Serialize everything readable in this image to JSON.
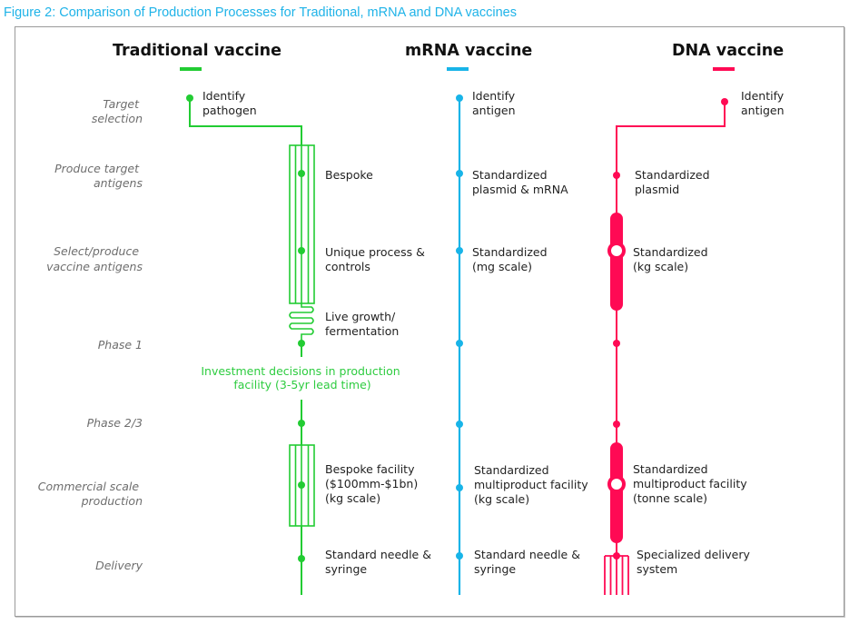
{
  "figure_title": "Figure 2: Comparison of Production Processes for Traditional, mRNA and DNA vaccines",
  "colors": {
    "title": "#1fb3e8",
    "traditional": "#22cc33",
    "mrna": "#18b4e8",
    "dna": "#ff0a54",
    "stage_text": "#6e6e6e",
    "step_text": "#222222",
    "frame_border": "#9a9a9a"
  },
  "columns": [
    {
      "id": "traditional",
      "title": "Traditional vaccine"
    },
    {
      "id": "mrna",
      "title": "mRNA vaccine"
    },
    {
      "id": "dna",
      "title": "DNA vaccine"
    }
  ],
  "stages": [
    {
      "id": "target",
      "lines": [
        "Target",
        "selection"
      ]
    },
    {
      "id": "produce",
      "lines": [
        "Produce target",
        "antigens"
      ]
    },
    {
      "id": "select",
      "lines": [
        "Select/produce",
        "vaccine antigens"
      ]
    },
    {
      "id": "phase1",
      "lines": [
        "Phase 1"
      ]
    },
    {
      "id": "phase23",
      "lines": [
        "Phase 2/3"
      ]
    },
    {
      "id": "commercial",
      "lines": [
        "Commercial scale",
        "production"
      ]
    },
    {
      "id": "delivery",
      "lines": [
        "Delivery"
      ]
    }
  ],
  "traditional": {
    "target": [
      "Identify",
      "pathogen"
    ],
    "produce": [
      "Bespoke"
    ],
    "select": [
      "Unique process &",
      "controls"
    ],
    "growth": [
      "Live growth/",
      "fermentation"
    ],
    "investment": [
      "Investment decisions in production",
      "facility (3-5yr lead time)"
    ],
    "commercial": [
      "Bespoke facility",
      "($100mm-$1bn)",
      "(kg scale)"
    ],
    "delivery": [
      "Standard needle &",
      "syringe"
    ]
  },
  "mrna": {
    "target": [
      "Identify",
      "antigen"
    ],
    "produce": [
      "Standardized",
      "plasmid & mRNA"
    ],
    "select": [
      "Standardized",
      "(mg scale)"
    ],
    "commercial": [
      "Standardized",
      "multiproduct facility",
      "(kg scale)"
    ],
    "delivery": [
      "Standard needle &",
      "syringe"
    ]
  },
  "dna": {
    "target": [
      "Identify",
      "antigen"
    ],
    "produce": [
      "Standardized",
      "plasmid"
    ],
    "select": [
      "Standardized",
      "(kg scale)"
    ],
    "commercial": [
      "Standardized",
      "multiproduct facility",
      "(tonne scale)"
    ],
    "delivery": [
      "Specialized delivery",
      "system"
    ]
  }
}
